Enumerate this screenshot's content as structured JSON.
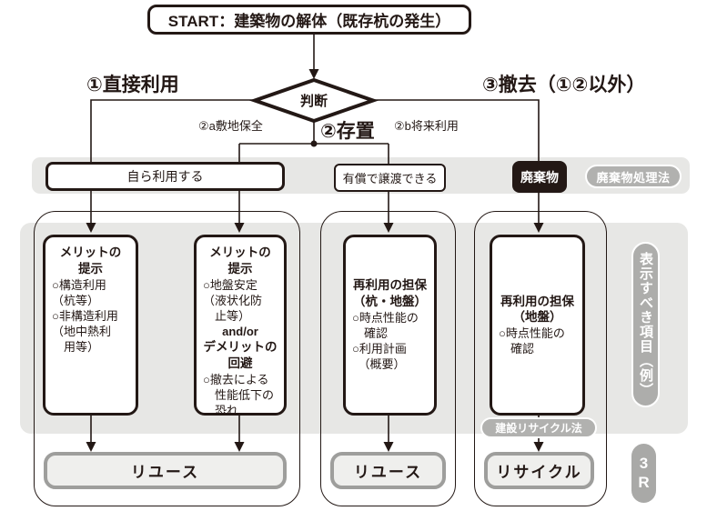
{
  "start": {
    "label": "START：建築物の解体（既存杭の発生）"
  },
  "decision": {
    "label": "判断"
  },
  "branches": {
    "b1": "①直接利用",
    "b2": "②存置",
    "b2a": "②a敷地保全",
    "b2b": "②b将来利用",
    "b3": "③撤去（①②以外）"
  },
  "row1": {
    "self_use": "自ら利用する",
    "transfer": "有償で譲渡できる",
    "waste": "廃棄物",
    "waste_law": "廃棄物処理法"
  },
  "cards": {
    "a": {
      "heading": "メリットの\n提示",
      "body": "○構造利用\n（杭等）\n○非構造利用\n（地中熱利\n　用等）"
    },
    "b": {
      "heading": "メリットの\n提示",
      "body1": "○地盤安定\n（液状化防\n　止等）",
      "connector": "and/or",
      "heading2": "デメリットの\n回避",
      "body2": "○撤去による\n　性能低下の\n　恐れ"
    },
    "c": {
      "heading": "再利用の担保\n（杭・地盤）",
      "body": "○時点性能の\n　確認\n○利用計画\n　（概要）"
    },
    "d": {
      "heading": "再利用の担保\n（地盤）",
      "body": "○時点性能の\n　確認"
    }
  },
  "outcomes": {
    "reuse1": "リユース",
    "reuse2": "リユース",
    "recycle": "リサイクル"
  },
  "pills": {
    "recycle_law": "建設リサイクル法",
    "display_items": "表示すべき項目（例）",
    "three_r": "3R"
  },
  "colors": {
    "ink_black": "#231815",
    "band_gray": "#e7e7e5",
    "pill_gray": "#b1b1af",
    "outcome_fill": "#efefed",
    "outcome_border": "#9e9e9c"
  }
}
